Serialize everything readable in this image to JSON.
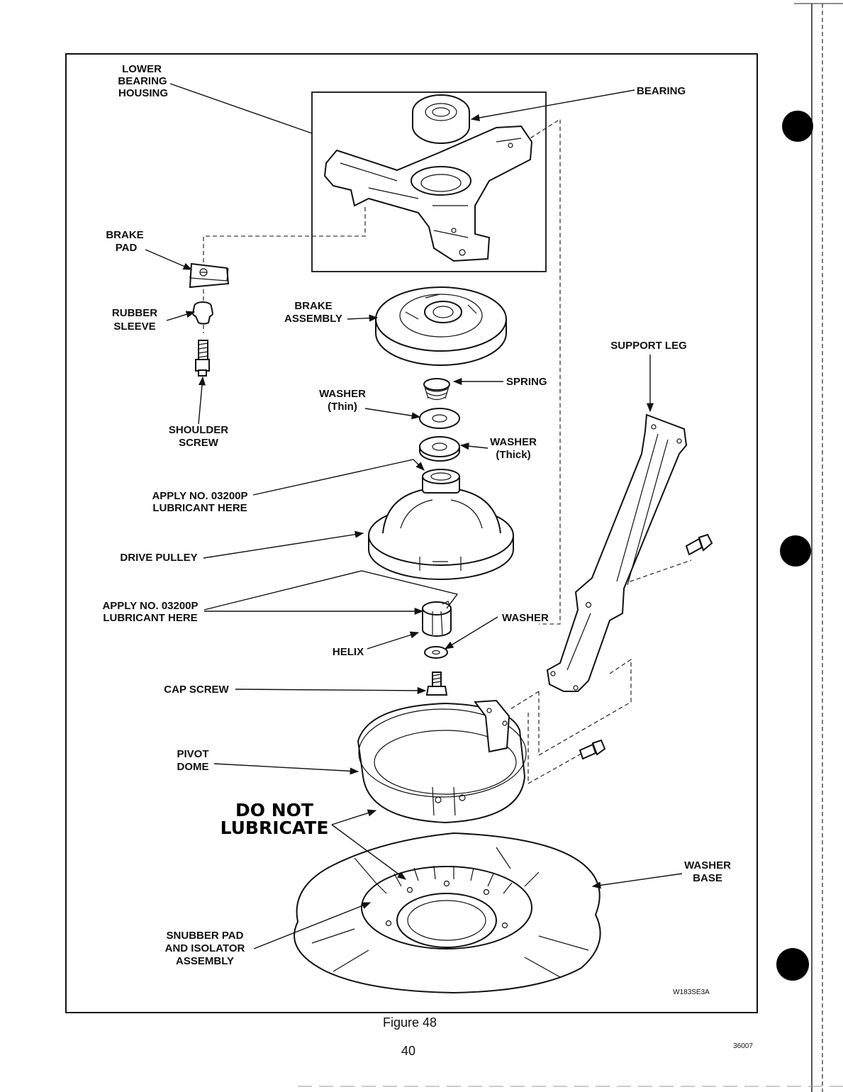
{
  "labels": {
    "lower_bearing_housing": [
      "LOWER",
      "BEARING",
      "HOUSING"
    ],
    "bearing": "BEARING",
    "brake_pad": [
      "BRAKE",
      "PAD"
    ],
    "rubber_sleeve": [
      "RUBBER",
      "SLEEVE"
    ],
    "brake_assembly": [
      "BRAKE",
      "ASSEMBLY"
    ],
    "support_leg": "SUPPORT LEG",
    "spring": "SPRING",
    "washer_thin": [
      "WASHER",
      "(Thin)"
    ],
    "shoulder_screw": [
      "SHOULDER",
      "SCREW"
    ],
    "washer_thick": [
      "WASHER",
      "(Thick)"
    ],
    "apply_lubricant_1": [
      "APPLY NO. 03200P",
      "LUBRICANT HERE"
    ],
    "drive_pulley": "DRIVE PULLEY",
    "apply_lubricant_2": [
      "APPLY NO. 03200P",
      "LUBRICANT HERE"
    ],
    "washer": "WASHER",
    "helix": "HELIX",
    "cap_screw": "CAP SCREW",
    "pivot_dome": [
      "PIVOT",
      "DOME"
    ],
    "do_not_lubricate": [
      "DO NOT",
      "LUBRICATE"
    ],
    "washer_base": [
      "WASHER",
      "BASE"
    ],
    "snubber_pad": [
      "SNUBBER PAD",
      "AND ISOLATOR",
      "ASSEMBLY"
    ]
  },
  "drawing_code": "W183SE3A",
  "figure_caption": "Figure 48",
  "page_number": "40",
  "doc_code": "36007"
}
